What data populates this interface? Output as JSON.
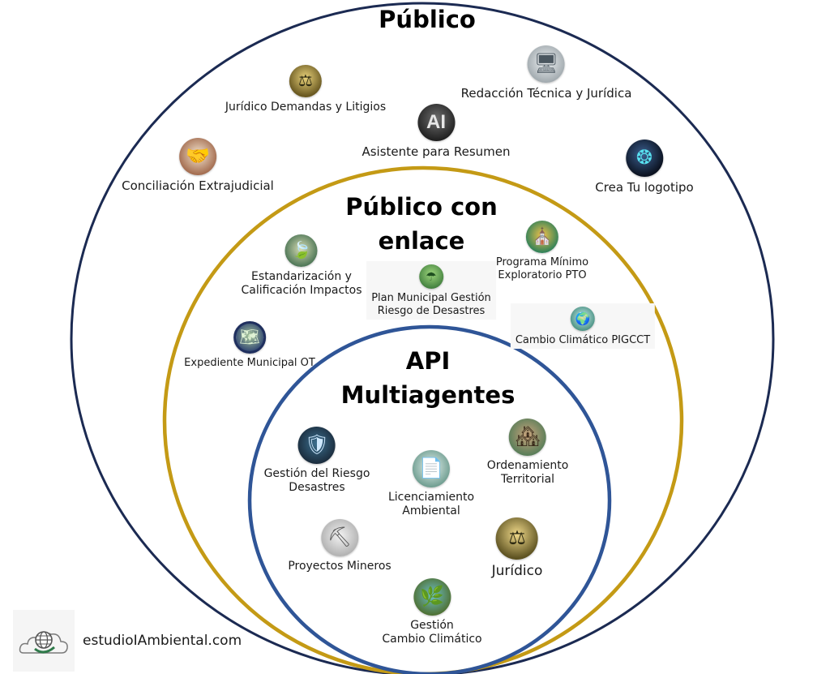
{
  "colors": {
    "outer_ring": "#1b2a52",
    "middle_ring": "#c49a15",
    "inner_ring": "#2f5597",
    "background": "#ffffff",
    "text": "#1a1a1a"
  },
  "zones": {
    "publico": {
      "title": "Público",
      "items": [
        {
          "label": "Jurídico Demandas y Litigios",
          "icon": "scales-of-justice-icon",
          "glyph": "⚖"
        },
        {
          "label": "Redacción Técnica y Jurídica",
          "icon": "office-desk-icon",
          "glyph": "🖥"
        },
        {
          "label": "Asistente para Resumen",
          "icon": "ai-summarizer-icon",
          "glyph": "AI"
        },
        {
          "label": "Conciliación Extrajudicial",
          "icon": "handshake-scales-icon",
          "glyph": "🤝"
        },
        {
          "label": "Crea Tu logotipo",
          "icon": "logo-swirl-icon",
          "glyph": "❂"
        }
      ]
    },
    "publico_con_enlace": {
      "title_line1": "Público con",
      "title_line2": "enlace",
      "items": [
        {
          "label_line1": "Estandarización y",
          "label_line2": "Calificación Impactos",
          "icon": "leaf-water-icon",
          "glyph": "🍃"
        },
        {
          "label_line1": "Plan Municipal Gestión",
          "label_line2": "Riesgo de Desastres",
          "icon": "umbrella-village-icon",
          "glyph": "☂"
        },
        {
          "label_line1": "Programa Mínimo",
          "label_line2": "Exploratorio PTO",
          "icon": "municipal-emblem-icon",
          "glyph": "⛪"
        },
        {
          "label": "Cambio Climático PIGCCT",
          "icon": "globe-in-hands-icon",
          "glyph": "🌍"
        },
        {
          "label": "Expediente Municipal OT",
          "icon": "territorial-map-icon",
          "glyph": "🗺"
        }
      ]
    },
    "api_multiagentes": {
      "title_line1": "API",
      "title_line2": "Multiagentes",
      "items": [
        {
          "label_line1": "Gestión del Riesgo",
          "label_line2": "Desastres",
          "icon": "risk-shield-icon",
          "glyph": "🛡"
        },
        {
          "label_line1": "Licenciamiento",
          "label_line2": "Ambiental",
          "icon": "environmental-document-icon",
          "glyph": "📄"
        },
        {
          "label_line1": "Ordenamiento",
          "label_line2": "Territorial",
          "icon": "city-plan-icon",
          "glyph": "🏘"
        },
        {
          "label": "Proyectos Mineros",
          "icon": "rock-layers-icon",
          "glyph": "⛏"
        },
        {
          "label": "Jurídico",
          "icon": "justice-scales-icon",
          "glyph": "⚖"
        },
        {
          "label_line1": "Gestión",
          "label_line2": "Cambio Climático",
          "icon": "river-landscape-icon",
          "glyph": "🌿"
        }
      ]
    }
  },
  "brand": {
    "text": "estudioIAmbiental.com",
    "icon": "cloud-globe-icon"
  }
}
